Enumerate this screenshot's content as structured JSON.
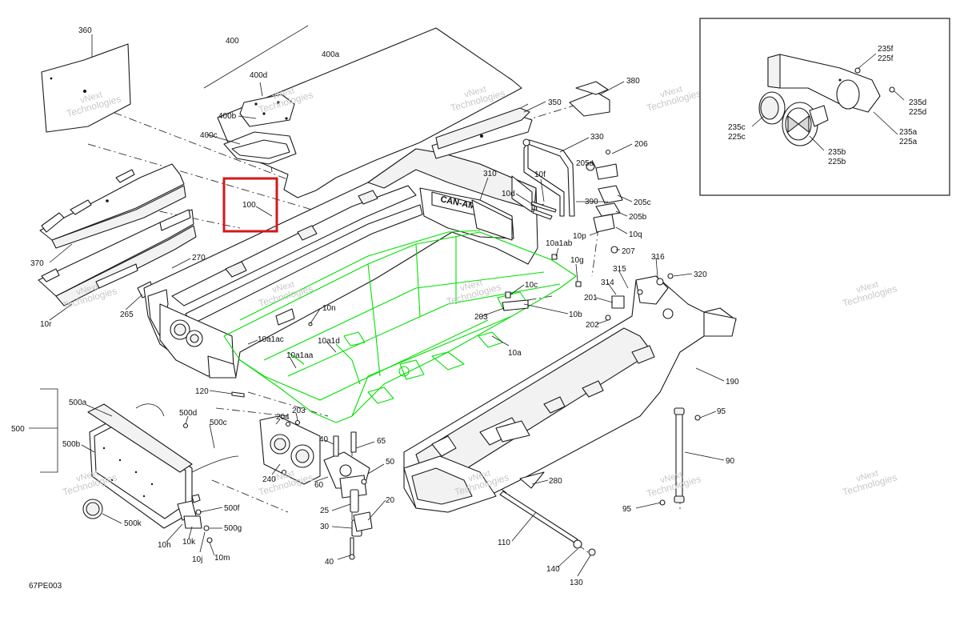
{
  "diagram": {
    "drawing_code": "67PE003",
    "highlighted_callout": "100",
    "watermark_lines": [
      "vNext",
      "Technologies"
    ],
    "callouts": [
      "360",
      "400",
      "400a",
      "400d",
      "400b",
      "400c",
      "100",
      "370",
      "10r",
      "270",
      "265",
      "380",
      "350",
      "330",
      "206",
      "205a",
      "10f",
      "310",
      "10d",
      "390",
      "205c",
      "205b",
      "10p",
      "10q",
      "207",
      "10a1ab",
      "10g",
      "316",
      "320",
      "315",
      "314",
      "201",
      "202",
      "10c",
      "10b",
      "203",
      "10n",
      "10a1ac",
      "10a1d",
      "10a1aa",
      "10a",
      "190",
      "120",
      "500",
      "500a",
      "500d",
      "500c",
      "500b",
      "204",
      "203",
      "40",
      "65",
      "50",
      "500f",
      "500g",
      "500k",
      "10h",
      "10k",
      "10j",
      "10m",
      "240",
      "60",
      "25",
      "20",
      "30",
      "40",
      "95",
      "90",
      "95",
      "280",
      "110",
      "140",
      "130",
      "235f",
      "225f",
      "235d",
      "225d",
      "235c",
      "225c",
      "235b",
      "225b",
      "235a",
      "225a"
    ]
  }
}
